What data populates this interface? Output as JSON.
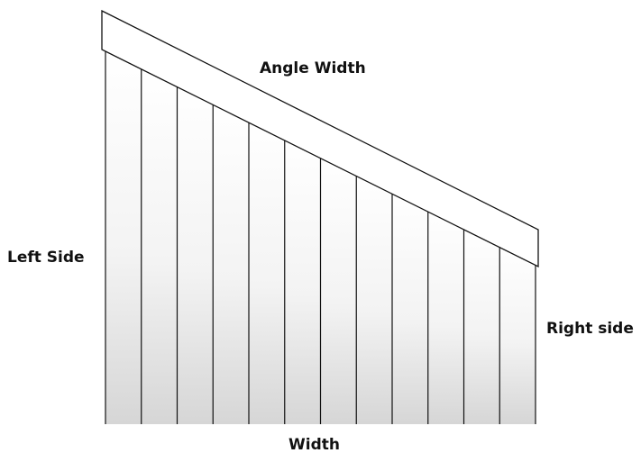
{
  "diagram": {
    "labels": {
      "angle_width": "Angle Width",
      "left_side": "Left Side",
      "right_side": "Right side",
      "width": "Width"
    },
    "vane_count": 12,
    "colors": {
      "stroke": "#111111",
      "vane_fill_light": "#ffffff",
      "vane_fill_shade": "#d9d9d9",
      "headrail_fill": "#ffffff"
    }
  }
}
